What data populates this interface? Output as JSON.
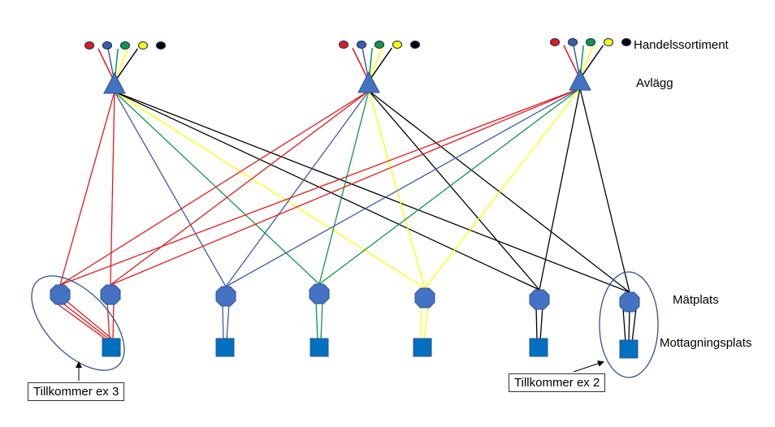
{
  "labels": {
    "handelssortiment": "Handelssortiment",
    "avlagg": "Avlägg",
    "matplats": "Mätplats",
    "mottagningsplats": "Mottagningsplats"
  },
  "callouts": {
    "ex3": "Tillkommer ex 3",
    "ex2": "Tillkommer ex 2"
  },
  "colors": {
    "assortments": [
      "#e31a1c",
      "#3a5ea8",
      "#109647",
      "#ffff00",
      "#000000"
    ],
    "node_fill": "#4472c4",
    "node_stroke": "#2f528f",
    "receiving_fill": "#0070c0",
    "ellipse_stroke": "#2f528f",
    "arrow": "#000000"
  },
  "icons": {
    "landing": "triangle",
    "measuring_site": "octagon",
    "receiving_site": "square",
    "assortment": "ellipse"
  },
  "landings": [
    "landing-1",
    "landing-2",
    "landing-3"
  ],
  "measuring_sites": [
    "site-1",
    "site-2",
    "site-3",
    "site-4",
    "site-5",
    "site-6",
    "site-7"
  ],
  "edges": [
    {
      "from": 0,
      "to": 0,
      "color": 0
    },
    {
      "from": 0,
      "to": 1,
      "color": 0
    },
    {
      "from": 0,
      "to": 2,
      "color": 1
    },
    {
      "from": 0,
      "to": 3,
      "color": 2
    },
    {
      "from": 0,
      "to": 4,
      "color": 3
    },
    {
      "from": 0,
      "to": 5,
      "color": 4
    },
    {
      "from": 0,
      "to": 6,
      "color": 4
    },
    {
      "from": 1,
      "to": 0,
      "color": 0
    },
    {
      "from": 1,
      "to": 1,
      "color": 0
    },
    {
      "from": 1,
      "to": 2,
      "color": 1
    },
    {
      "from": 1,
      "to": 3,
      "color": 2
    },
    {
      "from": 1,
      "to": 4,
      "color": 3
    },
    {
      "from": 1,
      "to": 5,
      "color": 4
    },
    {
      "from": 1,
      "to": 6,
      "color": 4
    },
    {
      "from": 2,
      "to": 0,
      "color": 0
    },
    {
      "from": 2,
      "to": 1,
      "color": 0
    },
    {
      "from": 2,
      "to": 2,
      "color": 1
    },
    {
      "from": 2,
      "to": 3,
      "color": 2
    },
    {
      "from": 2,
      "to": 4,
      "color": 3
    },
    {
      "from": 2,
      "to": 5,
      "color": 4
    },
    {
      "from": 2,
      "to": 6,
      "color": 4
    }
  ],
  "site_links": [
    {
      "site": 0,
      "colors": [
        0,
        0,
        0
      ]
    },
    {
      "site": 1,
      "colors": [
        0,
        0
      ]
    },
    {
      "site": 2,
      "colors": [
        1,
        1
      ]
    },
    {
      "site": 3,
      "colors": [
        2,
        2
      ]
    },
    {
      "site": 4,
      "colors": [
        3,
        3
      ]
    },
    {
      "site": 5,
      "colors": [
        4,
        4
      ]
    },
    {
      "site": 6,
      "colors": [
        4,
        4,
        4
      ]
    }
  ]
}
